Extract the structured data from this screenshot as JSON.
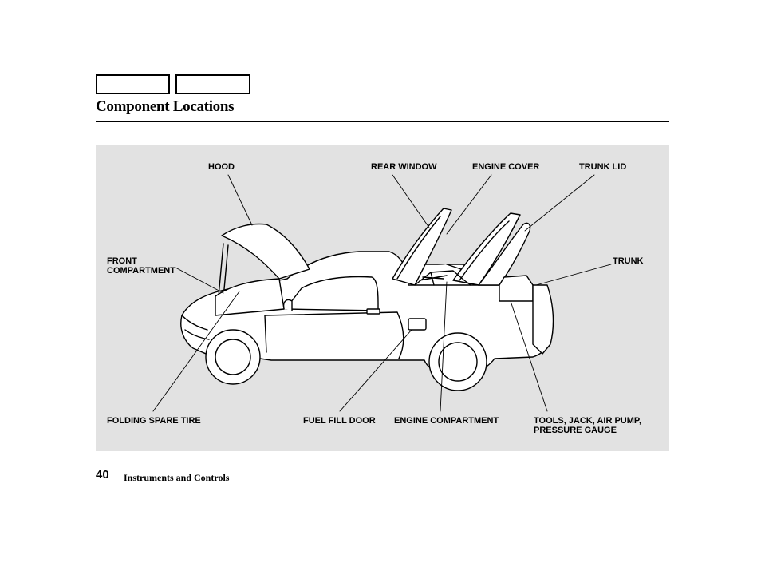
{
  "page": {
    "title": "Component Locations",
    "page_number": "40",
    "section": "Instruments and Controls"
  },
  "figure": {
    "background": "#e2e2e2",
    "labels": {
      "hood": "HOOD",
      "rear_window": "REAR WINDOW",
      "engine_cover": "ENGINE COVER",
      "trunk_lid": "TRUNK LID",
      "front_compartment": "FRONT\nCOMPARTMENT",
      "trunk": "TRUNK",
      "folding_spare_tire": "FOLDING SPARE TIRE",
      "fuel_fill_door": "FUEL FILL DOOR",
      "engine_compartment": "ENGINE COMPARTMENT",
      "tools": "TOOLS, JACK, AIR PUMP,\nPRESSURE GAUGE"
    }
  }
}
